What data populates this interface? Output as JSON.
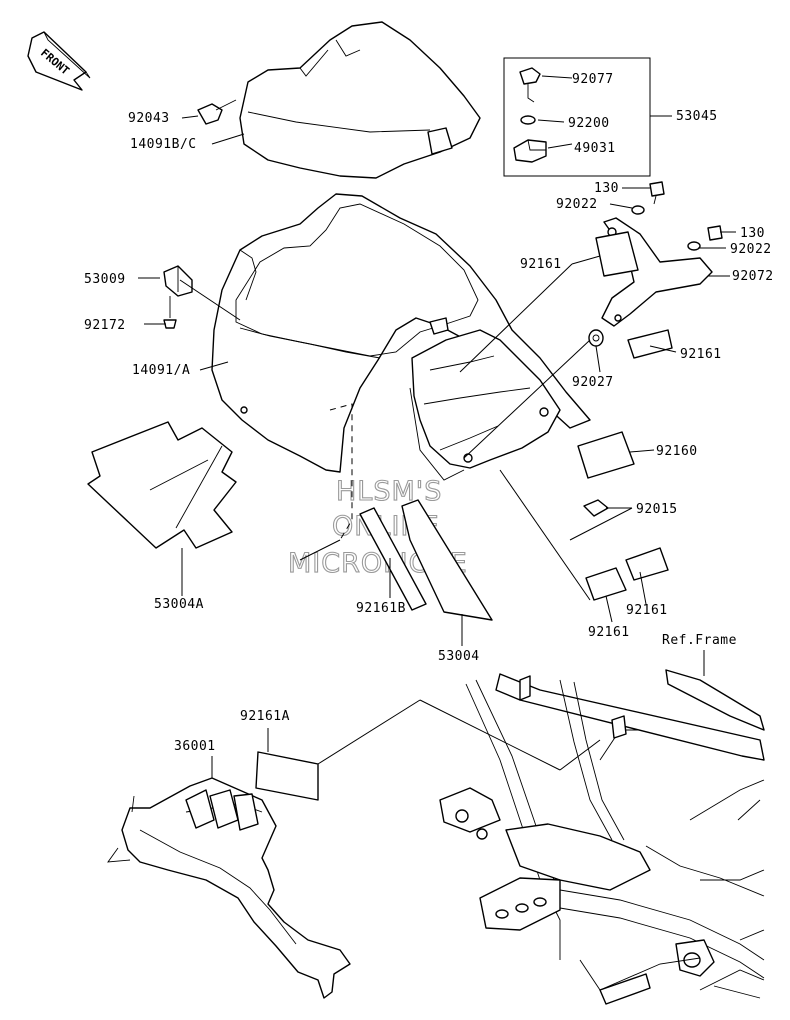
{
  "front_arrow": {
    "label": "FRONT"
  },
  "watermark": {
    "line1": "HLSM'S",
    "line2": "ONLINE",
    "line3": "MICROFICHE"
  },
  "labels": {
    "p92043": "92043",
    "p14091bc": "14091B/C",
    "p53045": "53045",
    "p92077": "92077",
    "p92200": "92200",
    "p49031": "49031",
    "p130a": "130",
    "p92022a": "92022",
    "p130b": "130",
    "p92022b": "92022",
    "p92072": "92072",
    "p92161a": "92161",
    "p53009": "53009",
    "p92172": "92172",
    "p14091a": "14091/A",
    "p92161b": "92161",
    "p92027": "92027",
    "p92160": "92160",
    "p92015": "92015",
    "p53004a": "53004A",
    "p92161B": "92161B",
    "p53004": "53004",
    "p92161c": "92161",
    "p92161d": "92161",
    "pRefFrame": "Ref.Frame",
    "p92161A": "92161A",
    "p36001": "36001"
  }
}
